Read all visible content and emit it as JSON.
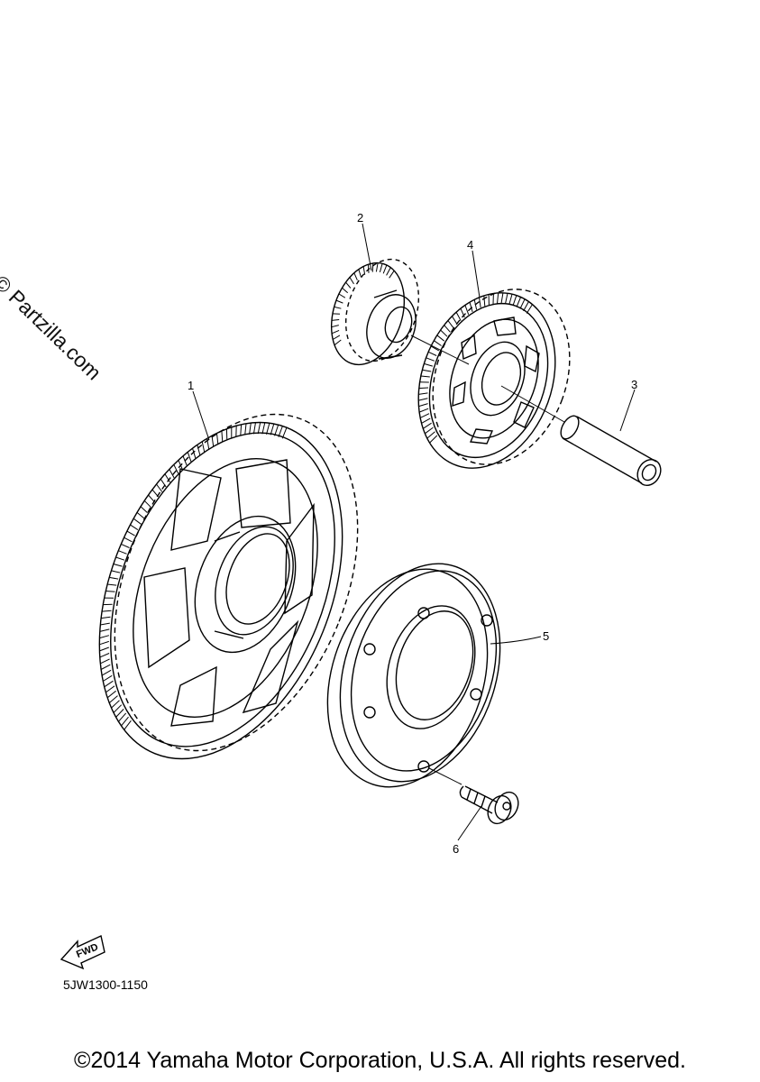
{
  "watermark": "© Partzilla.com",
  "callouts": [
    {
      "id": "1",
      "label": "1"
    },
    {
      "id": "2",
      "label": "2"
    },
    {
      "id": "3",
      "label": "3"
    },
    {
      "id": "4",
      "label": "4"
    },
    {
      "id": "5",
      "label": "5"
    },
    {
      "id": "6",
      "label": "6"
    }
  ],
  "fwd_label": "FWD",
  "diagram_code": "5JW1300-1150",
  "copyright": "©2014 Yamaha Motor Corporation, U.S.A. All rights reserved."
}
